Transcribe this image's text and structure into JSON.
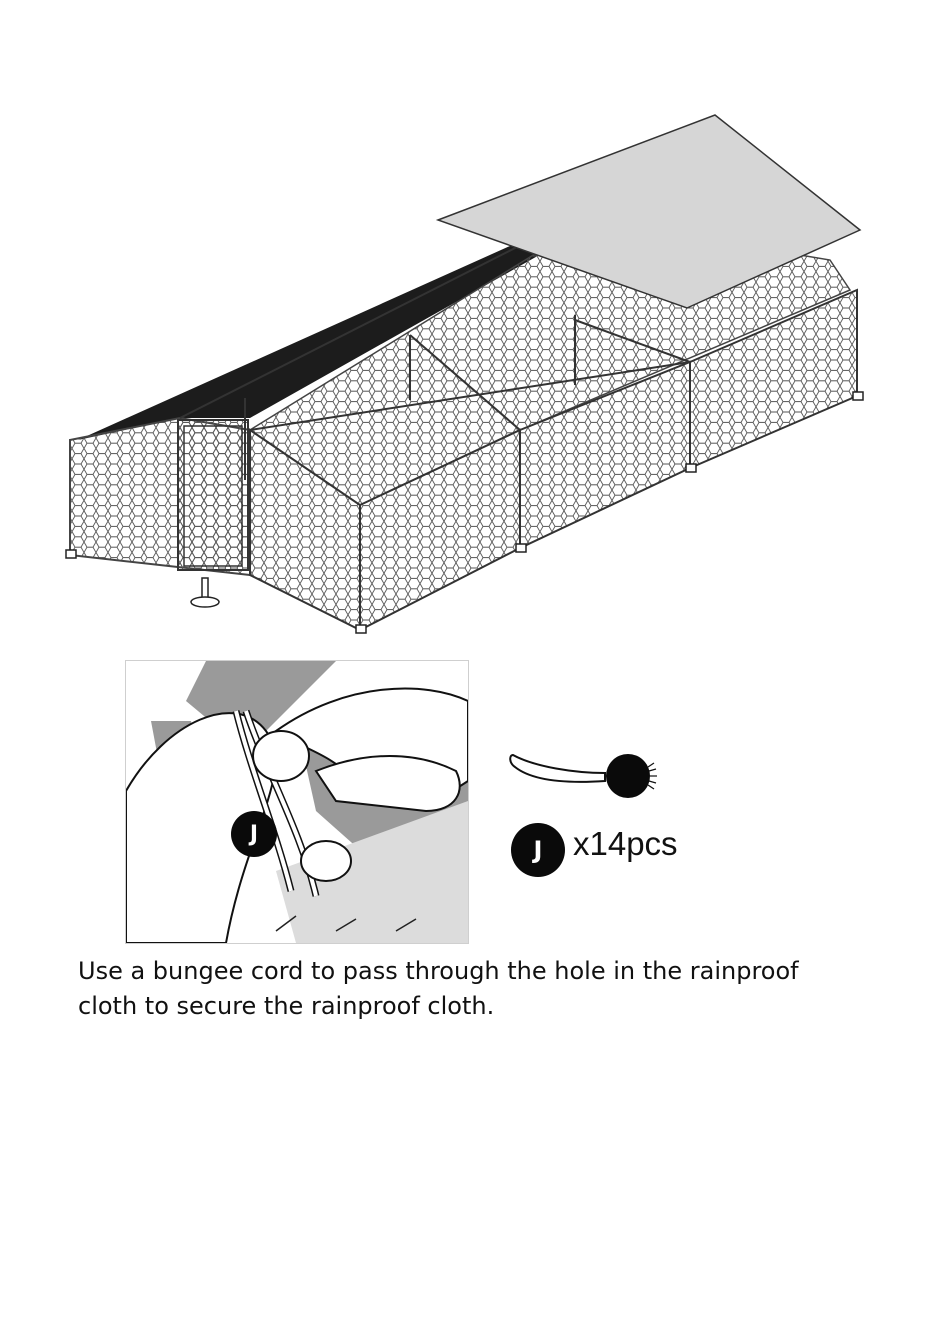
{
  "diagram": {
    "main_illustration": "chicken-coop-with-rainproof-cloth",
    "detail_callout_label": "J"
  },
  "parts": {
    "badge_label": "J",
    "quantity_text": "x14pcs",
    "icon": "bungee-cord-icon"
  },
  "instruction": {
    "text": "Use a bungee cord to pass through the hole in the rainproof cloth to secure the rainproof cloth."
  }
}
